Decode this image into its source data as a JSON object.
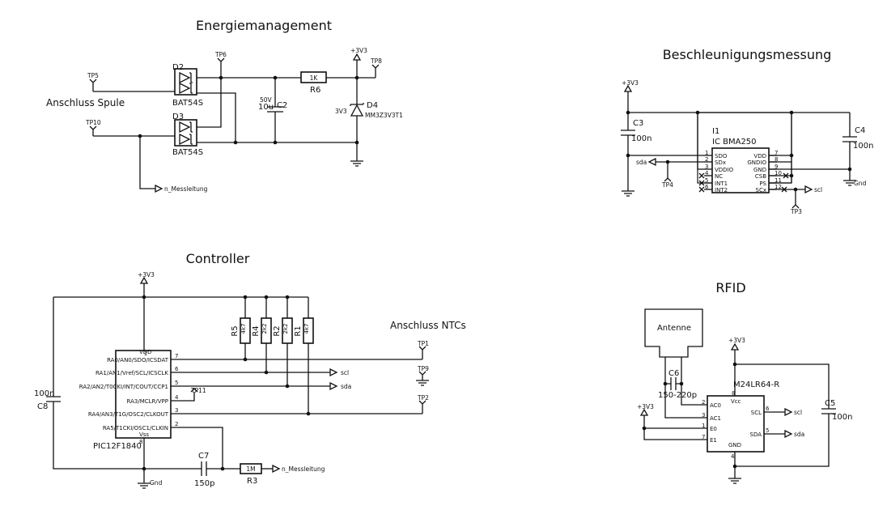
{
  "sections": {
    "energy": "Energiemanagement",
    "accel": "Beschleunigungsmessung",
    "controller": "Controller",
    "rfid": "RFID"
  },
  "energy": {
    "tp5": "TP5",
    "tp6": "TP6",
    "tp8": "TP8",
    "tp10": "TP10",
    "d2": "D2",
    "d3": "D3",
    "d2_part": "BAT54S",
    "d3_part": "BAT54S",
    "spule": "Anschluss Spule",
    "r6_val": "1K",
    "r6": "R6",
    "c2": "C2",
    "c2_volt": "50V",
    "c2_val": "10u",
    "d4": "D4",
    "d4_part": "MM3Z3V3T1",
    "d4_volt": "3V3",
    "vcc": "+3V3",
    "mess": "n_Messleitung"
  },
  "accel": {
    "vcc": "+3V3",
    "c3": "C3",
    "c3_val": "100n",
    "c4": "C4",
    "c4_val": "100n",
    "ic_ref": "I1",
    "ic_name": "IC BMA250",
    "pins_left": [
      {
        "num": "1",
        "name": "SDO"
      },
      {
        "num": "2",
        "name": "SDx"
      },
      {
        "num": "3",
        "name": "VDDIO"
      },
      {
        "num": "4",
        "name": "NC"
      },
      {
        "num": "5",
        "name": "INT1"
      },
      {
        "num": "6",
        "name": "INT2"
      }
    ],
    "pins_right": [
      {
        "num": "7",
        "name": "VDD"
      },
      {
        "num": "8",
        "name": "GNDIO"
      },
      {
        "num": "9",
        "name": "GND"
      },
      {
        "num": "10",
        "name": "CSB"
      },
      {
        "num": "11",
        "name": "PS"
      },
      {
        "num": "12",
        "name": "SCx"
      }
    ],
    "sda": "sda",
    "scl": "scl",
    "tp4": "TP4",
    "tp3": "TP3",
    "gnd": "Gnd"
  },
  "controller": {
    "vcc": "+3V3",
    "mcu_name": "PIC12F1840",
    "vdd": "VDD",
    "vdd_pin": "1",
    "vss": "Vss",
    "vss_pin": "8",
    "pins": [
      {
        "num": "7",
        "name": "RA0/AN0/SDO/ICSDAT"
      },
      {
        "num": "6",
        "name": "RA1/AN1/Vref/SCL/ICSCLK"
      },
      {
        "num": "5",
        "name": "RA2/AN2/T0CKI/INT/COUT/CCP1"
      },
      {
        "num": "4",
        "name": "RA3/MCLR/VPP"
      },
      {
        "num": "3",
        "name": "RA4/AN3/T1G/OSC2/CLKOUT"
      },
      {
        "num": "2",
        "name": "RA5/T1CKI/OSC1/CLKIN"
      }
    ],
    "resistors": [
      {
        "ref": "R5",
        "val": "4k7"
      },
      {
        "ref": "R4",
        "val": "2k2"
      },
      {
        "ref": "R2",
        "val": "2k2"
      },
      {
        "ref": "R1",
        "val": "4k7"
      }
    ],
    "ntc": "Anschluss NTCs",
    "tp1": "TP1",
    "tp9": "TP9",
    "tp2": "TP2",
    "tp11": "TP11",
    "scl": "scl",
    "sda": "sda",
    "c8": "C8",
    "c8_val": "100n",
    "c7": "C7",
    "c7_val": "150p",
    "r3": "R3",
    "r3_val": "1M",
    "mess": "n_Messleitung",
    "gnd": "Gnd"
  },
  "rfid": {
    "antenne": "Antenne",
    "c6": "C6",
    "c6_val": "150-220p",
    "vcc": "+3V3",
    "vcc2": "+3V3",
    "ic_name": "M24LR64-R",
    "vcc_pin_name": "Vcc",
    "vcc_pin": "8",
    "gnd_pin_name": "GND",
    "gnd_pin": "4",
    "pins_left": [
      {
        "num": "2",
        "name": "AC0"
      },
      {
        "num": "3",
        "name": "AC1"
      },
      {
        "num": "1",
        "name": "E0"
      },
      {
        "num": "7",
        "name": "E1"
      }
    ],
    "pins_right": [
      {
        "num": "6",
        "name": "SCL"
      },
      {
        "num": "5",
        "name": "SDA"
      }
    ],
    "scl": "scl",
    "sda": "sda",
    "c5": "C5",
    "c5_val": "100n"
  }
}
